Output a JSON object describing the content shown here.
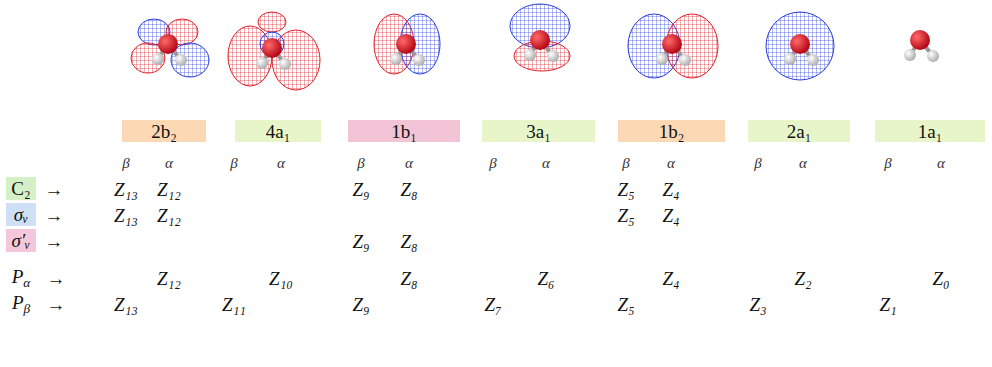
{
  "diagram": {
    "nodes": [
      {
        "text": [
          "2b₂"
        ]
      },
      {
        "text": [
          "4a₁"
        ]
      },
      {
        "text": [
          "1b₁"
        ]
      },
      {
        "text": [
          "3a₁"
        ]
      },
      {
        "text": [
          "1b₂"
        ]
      },
      {
        "text": [
          "2a₁"
        ]
      },
      {
        "text": [
          "1a₁"
        ]
      },
      {
        "text": [
          "C₂"
        ]
      },
      {
        "text": [
          "σᵥ"
        ]
      },
      {
        "text": [
          "σ′ᵥ"
        ]
      }
    ],
    "labels": [
      "β",
      "α",
      "β",
      "α",
      "β",
      "α",
      "β",
      "α",
      "β",
      "α",
      "β",
      "α",
      "β",
      "α",
      "→",
      "Z₁₃",
      "Z₁₂",
      "Z₉",
      "Z₈",
      "Z₅",
      "Z₄",
      "→",
      "Z₁₃",
      "Z₁₂",
      "Z₅",
      "Z₄",
      "→",
      "Z₉",
      "Z₈",
      "Pα",
      "→",
      "Z₁₂",
      "Z₁₀",
      "Z₈",
      "Z₆",
      "Z₄",
      "Z₂",
      "Z₀",
      "Pβ",
      "→",
      "Z₁₃",
      "Z₁₁",
      "Z₉",
      "Z₇",
      "Z₅",
      "Z₃",
      "Z₁"
    ]
  }
}
